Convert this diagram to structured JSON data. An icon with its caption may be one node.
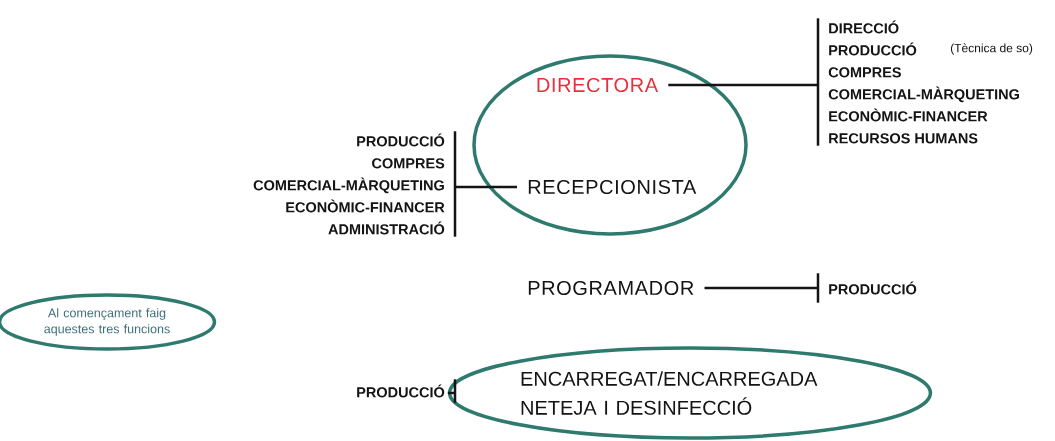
{
  "diagram": {
    "nodes": [
      {
        "text": [],
        "shape": "circle"
      },
      {
        "text": [
          "DIRECTORA"
        ],
        "in": 0
      },
      {
        "text": [
          "DIRECCIÓ",
          "PRODUCCIÓ",
          "COMPRES",
          "COMERCIAL-MÀRQUETING",
          "ECONÒMIC-FINANCER",
          "RECURSOS HUMANS"
        ]
      },
      {
        "text": [
          "RECEPCIONISTA"
        ],
        "in": 0
      },
      {
        "text": [
          "PRODUCCIÓ",
          "COMPRES",
          "COMERCIAL-MÀRQUETING",
          "ECONÒMIC-FINANCER",
          "ADMINISTRACIÓ"
        ]
      },
      {
        "text": [
          "PROGRAMADOR"
        ]
      },
      {
        "text": [
          "PRODUCCIÓ"
        ]
      },
      {
        "text": [
          "ENCARREGAT/ENCARREGADA NETEJA I DESINFECCIÓ"
        ]
      },
      {
        "text": [
          "PRODUCCIÓ"
        ]
      },
      {
        "text": [
          "Al començament faig aquestes tres funcions"
        ]
      }
    ],
    "edges": [
      {
        "from": 1,
        "to": 2,
        "arrow": "none"
      },
      {
        "from": 3,
        "to": 4,
        "arrow": "none"
      },
      {
        "from": 5,
        "to": 6,
        "arrow": "none"
      },
      {
        "from": 7,
        "to": 8,
        "arrow": "none"
      }
    ],
    "labels": [
      "(Tècnica de so)"
    ]
  }
}
